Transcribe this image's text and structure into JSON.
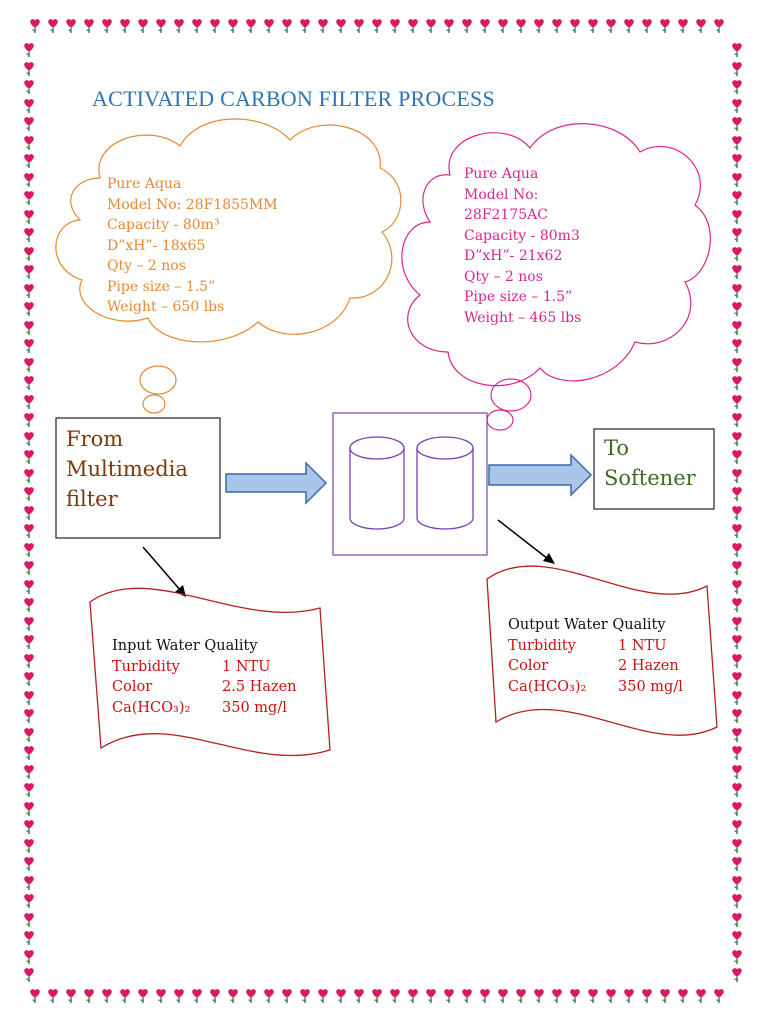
{
  "title": "ACTIVATED CARBON FILTER PROCESS",
  "cloud_left": {
    "lines": [
      "Pure Aqua",
      "Model No: 28F1855MM",
      "Capacity - 80m³",
      "D”xH”- 18x65",
      "Qty – 2 nos",
      "Pipe size – 1.5”",
      "Weight – 650 lbs"
    ]
  },
  "cloud_right": {
    "lines": [
      "Pure Aqua",
      "Model No:",
      "28F2175AC",
      "Capacity - 80m3",
      "D”xH”- 21x62",
      "Qty – 2 nos",
      "Pipe size – 1.5”",
      "Weight – 465 lbs"
    ]
  },
  "source_box": {
    "lines": [
      "From",
      "Multimedia",
      "filter"
    ]
  },
  "dest_box": {
    "lines": [
      "To",
      "Softener"
    ]
  },
  "input_quality": {
    "header": "Input Water Quality",
    "rows": [
      {
        "label": "Turbidity",
        "value": "1 NTU"
      },
      {
        "label": "Color",
        "value": "2.5 Hazen"
      },
      {
        "label": "Ca(HCO₃)₂",
        "value": "350 mg/l"
      }
    ]
  },
  "output_quality": {
    "header": "Output Water Quality",
    "rows": [
      {
        "label": "Turbidity",
        "value": "1 NTU"
      },
      {
        "label": "Color",
        "value": "2 Hazen"
      },
      {
        "label": "Ca(HCO₃)₂",
        "value": "350 mg/l"
      }
    ]
  },
  "colors": {
    "title": "#2e74b5",
    "left_cloud": "#e48a34",
    "right_cloud": "#d8268e",
    "source_text": "#7a3a10",
    "dest_text": "#3d6b22",
    "quality_values": "#cc1111",
    "scroll_border": "#b22222",
    "filter_box_border": "#7b3fb5",
    "arrow_fill": "#a9c6e8",
    "arrow_stroke": "#3b6aa8",
    "border_heart": "#d81b60"
  },
  "icons": {
    "border": "heart-rose-icon",
    "filter_vessel": "cylinder-tank-icon"
  }
}
